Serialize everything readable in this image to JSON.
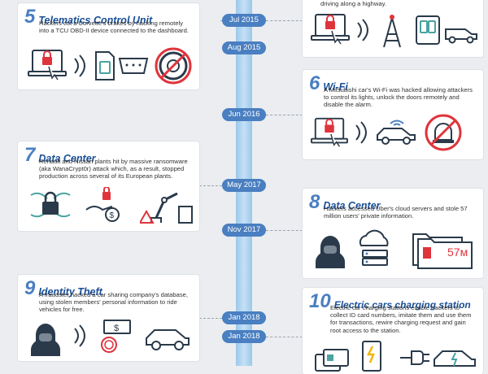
{
  "timeline": {
    "dates": [
      "Jul 2015",
      "Aug 2015",
      "Jun 2016",
      "May 2017",
      "Nov 2017",
      "Jan 2018",
      "Jan 2018"
    ]
  },
  "events": {
    "e4": {
      "desc_tail": "driving along a highway."
    },
    "e5": {
      "number": "5",
      "title": "Telematics Control Unit",
      "desc": "Hackers cut a Corvette's brakes by hacking remotely into a TCU OBD-II device connected to the dashboard."
    },
    "e6": {
      "number": "6",
      "title": "Wi-Fi",
      "desc": "A Mitsubishi car's Wi-Fi was hacked allowing attackers to control its lights, unlock the doors remotely and disable the alarm."
    },
    "e7": {
      "number": "7",
      "title": "Data Center",
      "desc": "Renault and Nissan plants hit by massive ransomware (aka WanaCrypt0r) attack which, as a result, stopped production across several of its European plants."
    },
    "e8": {
      "number": "8",
      "title": "Data Center",
      "desc": "Hackers accessed Uber's cloud servers and stole 57 million users' private information.",
      "badge": "57м"
    },
    "e9": {
      "number": "9",
      "title": "Identity Theft",
      "desc": "A fraudster hacked a car sharing company's database, using stolen members' personal information to ride vehicles for free."
    },
    "e10": {
      "number": "10",
      "title": "Electric cars charging station",
      "desc": "Electric car charging stations enable hackers to collect ID card numbers, imitate them and use them for transactions, rewire charging request and gain root access to the station."
    }
  },
  "colors": {
    "accent": "#4a7fc1",
    "title": "#1a4f96",
    "danger": "#e0343c",
    "spine": "#b3d6f2"
  }
}
